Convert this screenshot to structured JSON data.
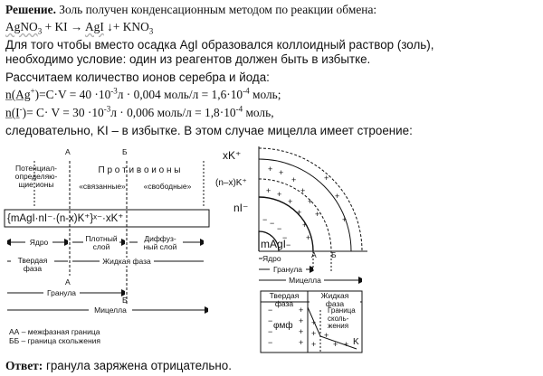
{
  "text": {
    "l1_label": "Решение.",
    "l1_rest": " Золь получен конденсационным методом по реакции обмена:",
    "eq": {
      "agno": "AgNO",
      "sub3": "3",
      "plus_ki": " + KI → ",
      "agi": "AgI",
      "down_plus": " ↓+ KNO",
      "sub3b": "3"
    },
    "l3": "Для того чтобы вместо осадка AgI образовался коллоидный раствор (золь),",
    "l4": "необходимо условие: один из реагентов должен быть в избытке.",
    "l5": "Рассчитаем количество ионов серебра и йода:",
    "l6": {
      "pre": "n(Ag",
      "sup_plus": "+",
      "mid": ")=C·V = 40 ·10",
      "sup_neg3": "-3",
      "mid2": "л · 0,004 моль/л = 1,6·10",
      "sup_neg4": "-4",
      "post": " моль;"
    },
    "l7": {
      "pre": "n(I",
      "sup_minus": "-",
      "mid": ")= C· V = 30 ·10",
      "sup_neg3": "-3",
      "mid2": "л · 0,006 моль/л = 1,8·10",
      "sup_neg4": "-4",
      "post": " моль,"
    },
    "l8": "следовательно, KI – в избытке. В этом случае мицелла имеет строение:",
    "answer_label": "Ответ:",
    "answer_rest": " гранула заряжена отрицательно."
  },
  "figure_left": {
    "mark_a": "А",
    "mark_b": "Б",
    "potential_ions": "Потенциал-\nопределяю-\nщие ионы",
    "counter_ions": "П р о т и в о и о н ы",
    "bound": "«связанные»",
    "free": "«свободные»",
    "formula": "{mAgI·nI⁻·(n-x)K⁺}ˣ⁻·xK⁺",
    "core": "Ядро",
    "dense_layer": "Плотный\nслой",
    "diffuse_layer": "Диффуз-\nный слой",
    "solid_phase": "Твердая\nфаза",
    "liquid_phase": "Жидкая фаза",
    "granule": "Гранула",
    "micelle": "Мицелла",
    "legend_aa": "АА – межфазная граница",
    "legend_bb": "ББ – граница скольжения"
  },
  "figure_right": {
    "xk": "xK⁺",
    "nxk": "(n–x)K⁺",
    "ni": "nI⁻",
    "magi": "mAgI",
    "core": "Ядро",
    "granule": "Гранула",
    "micelle": "Мицелла",
    "mark_a": "А",
    "mark_b": "Б",
    "solid_phase": "Твердая\nфаза",
    "liquid_phase": "Жидкая\nфаза",
    "slip_boundary": "Граница\nсколь-\nжения",
    "phi": "φмф",
    "k": "K"
  }
}
